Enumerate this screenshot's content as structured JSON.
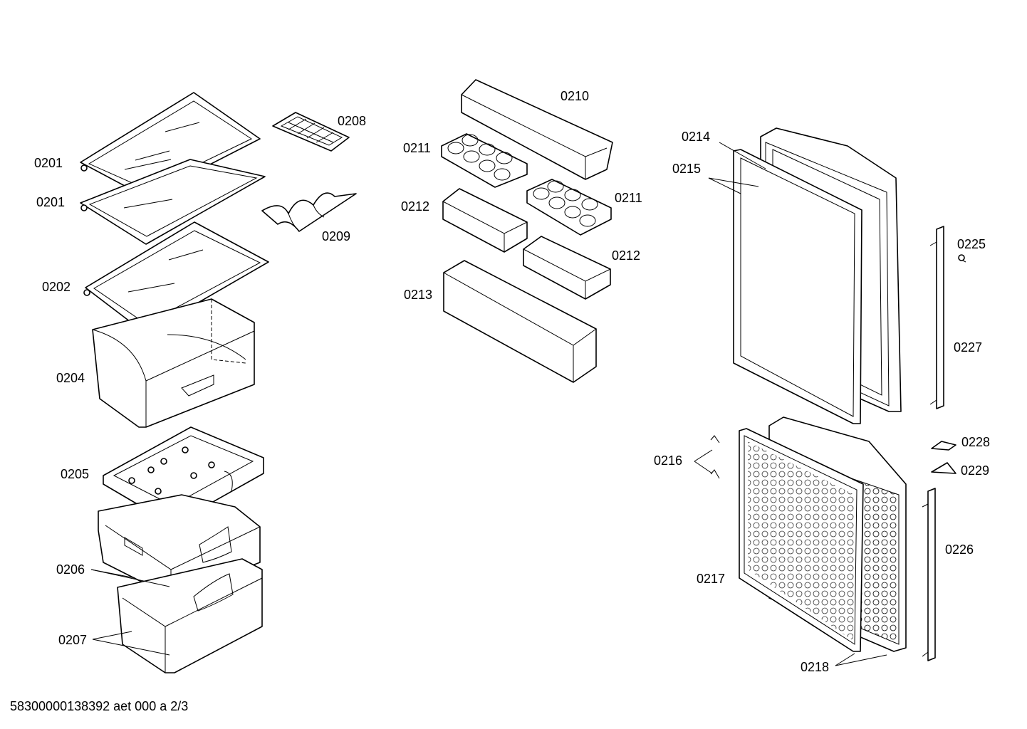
{
  "diagram": {
    "labels": {
      "l0201a": "0201",
      "l0201b": "0201",
      "l0202": "0202",
      "l0204": "0204",
      "l0205": "0205",
      "l0206": "0206",
      "l0207": "0207",
      "l0208": "0208",
      "l0209": "0209",
      "l0210": "0210",
      "l0211a": "0211",
      "l0211b": "0211",
      "l0212a": "0212",
      "l0212b": "0212",
      "l0213": "0213",
      "l0214": "0214",
      "l0215": "0215",
      "l0216": "0216",
      "l0217": "0217",
      "l0218": "0218",
      "l0225": "0225",
      "l0226": "0226",
      "l0227": "0227",
      "l0228": "0228",
      "l0229": "0229"
    },
    "footer": "58300000138392 aet 000 a 2/3"
  }
}
